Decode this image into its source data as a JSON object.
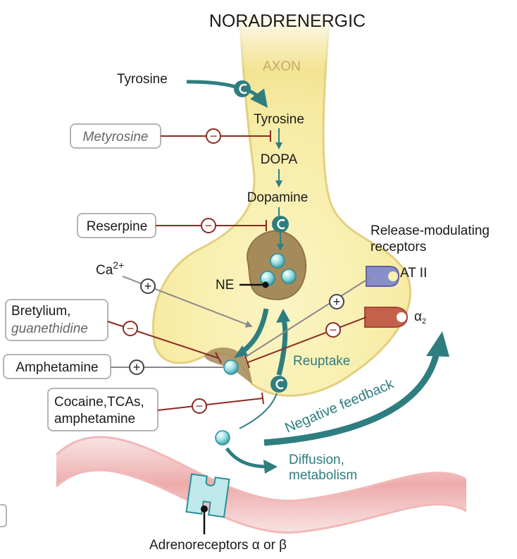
{
  "title": "NORADRENERGIC",
  "axon_label": "AXON",
  "synthesis": {
    "tyrosine_outside": "Tyrosine",
    "tyrosine_inside": "Tyrosine",
    "dopa": "DOPA",
    "dopamine": "Dopamine",
    "ne": "NE"
  },
  "drugs": {
    "metyrosine": "Metyrosine",
    "reserpine": "Reserpine",
    "bretylium_line1": "Bretylium,",
    "bretylium_line2": "guanethidine",
    "amphetamine": "Amphetamine",
    "cocaine_line1": "Cocaine,TCAs,",
    "cocaine_line2": "amphetamine"
  },
  "calcium": {
    "base": "Ca",
    "superscript": "2+"
  },
  "release_modulating": {
    "line1": "Release-modulating",
    "line2": "receptors"
  },
  "receptors": {
    "at2": "AT II",
    "alpha2_symbol": "α",
    "alpha2_subscript": "2",
    "adreno": "Adrenoreceptors α or β"
  },
  "process_labels": {
    "reuptake": "Reuptake",
    "negative_feedback": "Negative feedback",
    "diffusion_line1": "Diffusion,",
    "diffusion_line2": "metabolism"
  },
  "signs": {
    "plus": "+",
    "minus": "−"
  },
  "colors": {
    "teal": "#2e7e80",
    "inhibit_red": "#8b2a22",
    "axon_fill": "#f8efb0",
    "vesicle_brown": "#a58a5a",
    "blood_vessel": "#e8a0a0",
    "at2_receptor": "#8a8ec8",
    "alpha2_receptor": "#c4614a"
  }
}
